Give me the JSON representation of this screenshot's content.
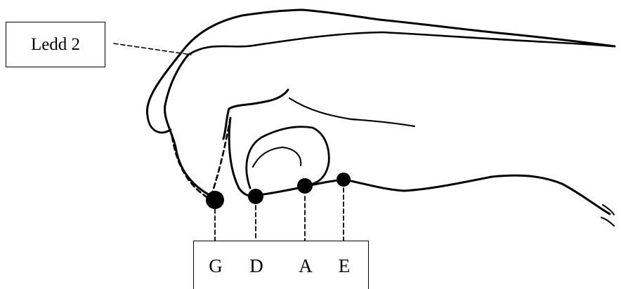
{
  "joint_label": "Ledd 2",
  "strings": [
    {
      "letter": "G"
    },
    {
      "letter": "D"
    },
    {
      "letter": "A"
    },
    {
      "letter": "E"
    }
  ]
}
